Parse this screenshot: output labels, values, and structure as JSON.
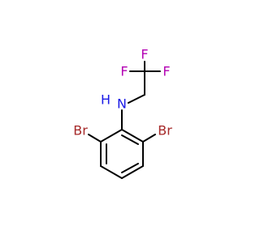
{
  "molecule": {
    "atoms": [
      {
        "id": "F1",
        "symbol": "F",
        "color": "#b300b3"
      },
      {
        "id": "F2",
        "symbol": "F",
        "color": "#b300b3"
      },
      {
        "id": "F3",
        "symbol": "F",
        "color": "#b300b3"
      },
      {
        "id": "N",
        "symbol": "N",
        "color": "#1a1ae6"
      },
      {
        "id": "H",
        "symbol": "H",
        "color": "#1a1ae6"
      },
      {
        "id": "Br1",
        "symbol": "Br",
        "color": "#a62929"
      },
      {
        "id": "Br2",
        "symbol": "Br",
        "color": "#a62929"
      }
    ],
    "bond_color": "#000000"
  }
}
